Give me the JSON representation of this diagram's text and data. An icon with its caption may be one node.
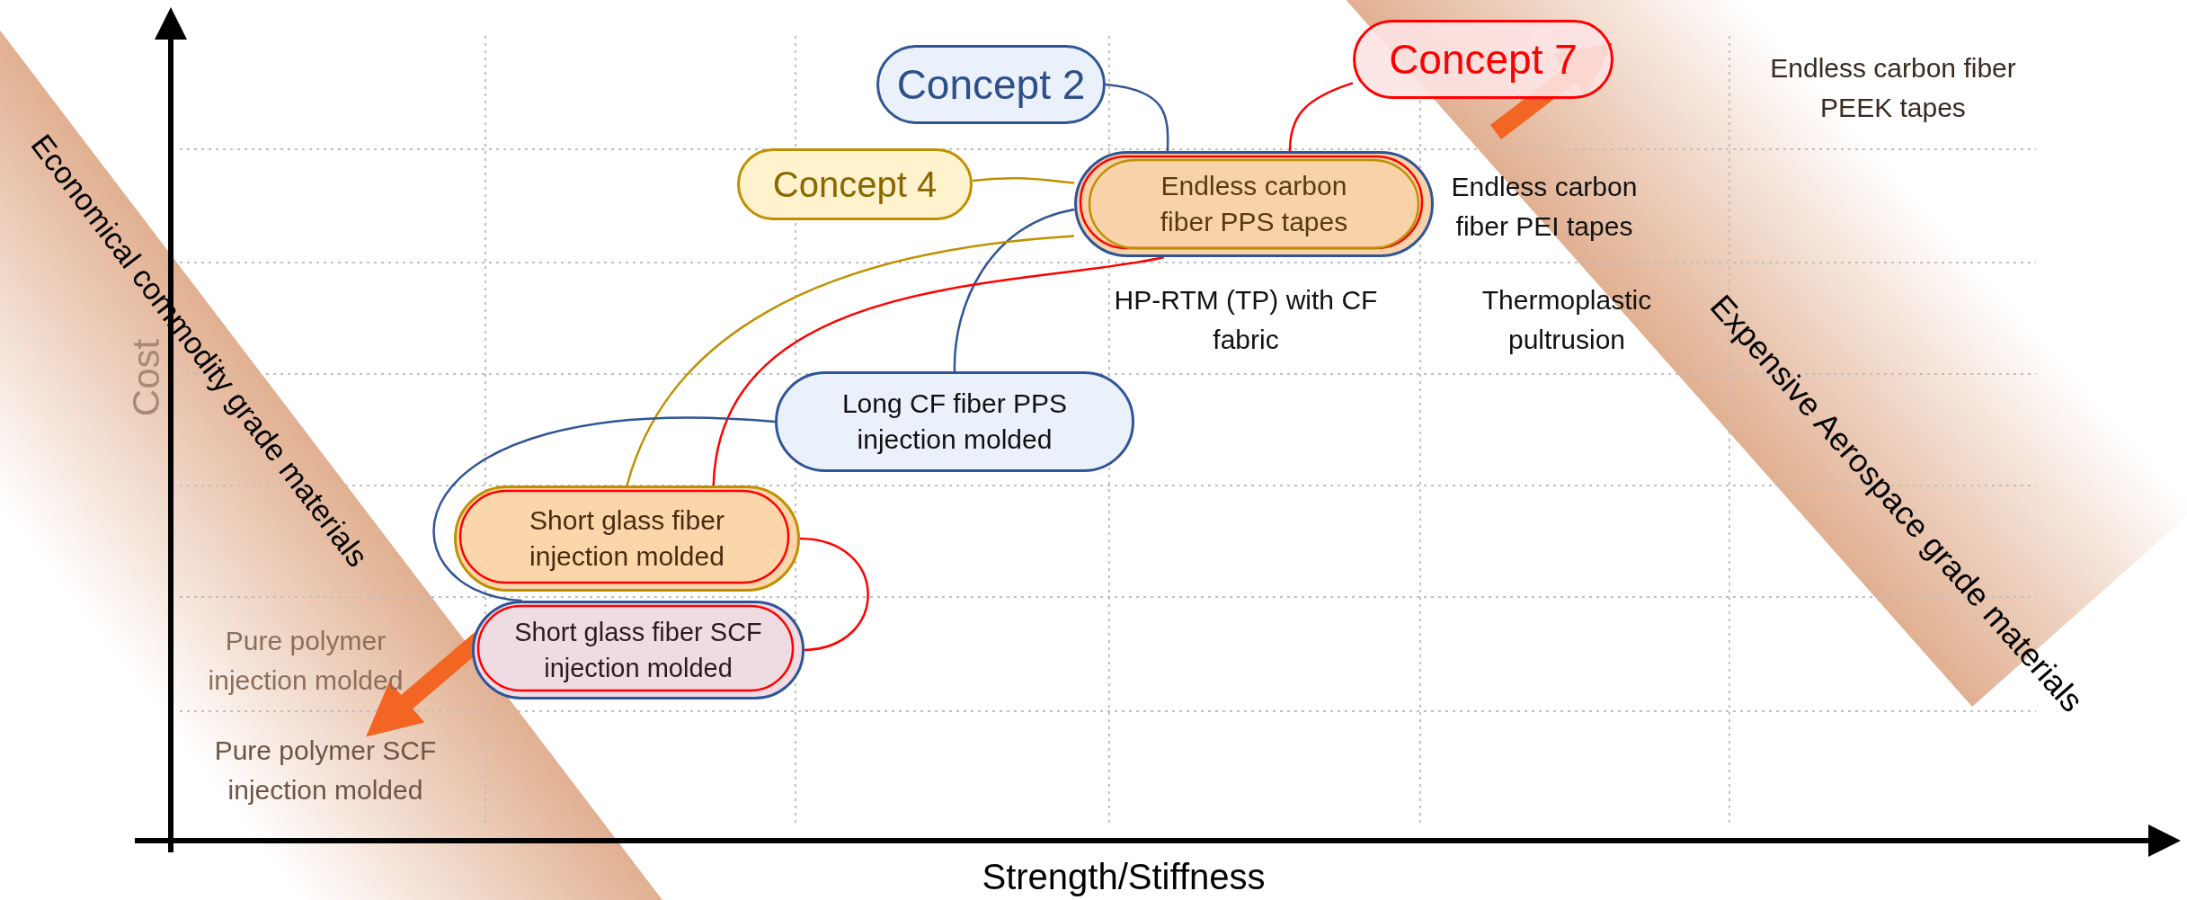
{
  "diagram": {
    "nodes": [
      {
        "text": [
          "Concept 7"
        ]
      },
      {
        "text": [
          "Concept 2"
        ]
      },
      {
        "text": [
          "Concept 4"
        ]
      },
      {
        "text": [
          "Endless carbon fiber PPS tapes"
        ]
      },
      {
        "text": [
          "Long CF fiber PPS injection molded"
        ]
      },
      {
        "text": [
          "Short glass fiber injection molded"
        ]
      },
      {
        "text": [
          "Short glass fiber SCF injection molded"
        ]
      }
    ],
    "edges": [
      {
        "from": 1,
        "to": 3,
        "arrow": "none",
        "color": "#2f5597"
      },
      {
        "from": 0,
        "to": 3,
        "arrow": "none",
        "color": "#ff0000"
      },
      {
        "from": 2,
        "to": 3,
        "arrow": "none",
        "color": "#bf9000"
      },
      {
        "from": 3,
        "to": 4,
        "arrow": "none",
        "color": "#2f5597"
      },
      {
        "from": 3,
        "to": 5,
        "arrow": "none",
        "color": "#bf9000"
      },
      {
        "from": 3,
        "to": 5,
        "arrow": "none",
        "color": "#ff0000"
      },
      {
        "from": 4,
        "to": 6,
        "arrow": "none",
        "color": "#2f5597"
      },
      {
        "from": 5,
        "to": 6,
        "arrow": "none",
        "color": "#ff0000"
      }
    ],
    "labels": [
      "Endless carbon fiber PEEK tapes",
      "Endless carbon fiber PEI tapes",
      "Expensive Aerospace grade materials",
      "HP-RTM (TP) with CF fabric",
      "Thermoplastic pultrusion",
      "Economical commodity grade materials",
      "Cost",
      "Pure polymer injection molded",
      "Pure polymer SCF injection molded",
      "Strength/Stiffness"
    ]
  }
}
